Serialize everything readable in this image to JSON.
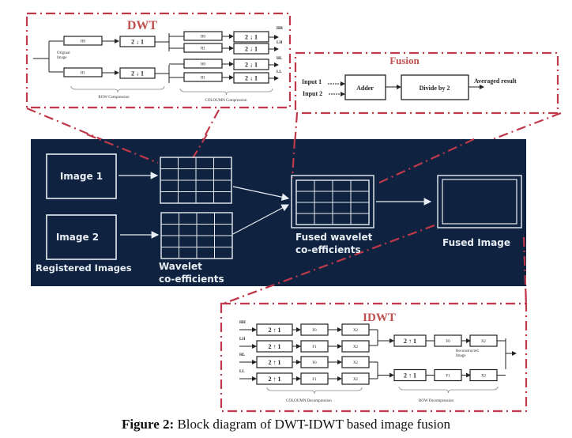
{
  "figure": {
    "caption_label": "Figure 2:",
    "caption_text": " Block diagram of DWT-IDWT based image fusion"
  },
  "colors": {
    "panel_bg": "#0f2340",
    "dash_red": "#c0394a",
    "title_red": "#c0504d",
    "line_white": "#e8edf3",
    "block_stroke": "#222222"
  },
  "dwt": {
    "title": "DWT",
    "input_label_line1": "Original",
    "input_label_line2": "Image",
    "row_filters": [
      "H0",
      "H1"
    ],
    "row_downsamplers": [
      "2 ↓ 1",
      "2 ↓ 1"
    ],
    "col_filters": [
      "H0",
      "H1",
      "H0",
      "H1"
    ],
    "col_downsamplers": [
      "2 ↓ 1",
      "2 ↓ 1",
      "2 ↓ 1",
      "2 ↓ 1"
    ],
    "outputs": [
      "HH",
      "LH",
      "HL",
      "LL"
    ],
    "row_brace_label": "ROW Compression",
    "col_brace_label": "COLOUMN Compression"
  },
  "fusion": {
    "title": "Fusion",
    "inputs": [
      "Input 1",
      "Input 2"
    ],
    "adder_label": "Adder",
    "divide_label": "Divide by 2",
    "output_label": "Averaged result"
  },
  "main": {
    "image1_label": "Image 1",
    "image2_label": "Image 2",
    "registered_label": "Registered Images",
    "wavelet_label_line1": "Wavelet",
    "wavelet_label_line2": "co-efficients",
    "fused_coeff_line1": "Fused wavelet",
    "fused_coeff_line2": "co-efficients",
    "fused_image_label": "Fused Image"
  },
  "idwt": {
    "title": "IDWT",
    "inputs": [
      "HH",
      "LH",
      "HL",
      "LL"
    ],
    "col_upsamplers": [
      "2 ↑ 1",
      "2 ↑ 1",
      "2 ↑ 1",
      "2 ↑ 1"
    ],
    "col_filters": [
      "F0",
      "F1",
      "F0",
      "F1"
    ],
    "col_gains": [
      "X2",
      "X2",
      "X2",
      "X2"
    ],
    "row_upsamplers": [
      "2 ↑ 1",
      "2 ↑ 1"
    ],
    "row_filters": [
      "F0",
      "F1"
    ],
    "row_gains": [
      "X2",
      "X2"
    ],
    "output_label_line1": "Reconstructed",
    "output_label_line2": "Image",
    "col_brace_label": "COLOUMN Decompression",
    "row_brace_label": "ROW Decompression"
  }
}
